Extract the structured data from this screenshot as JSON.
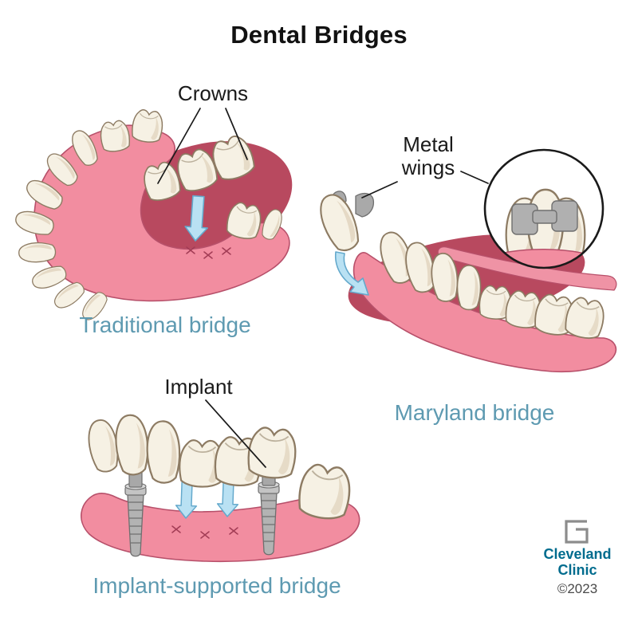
{
  "title": "Dental Bridges",
  "annotations": {
    "crowns": "Crowns",
    "metal_wings_line1": "Metal",
    "metal_wings_line2": "wings",
    "implant": "Implant"
  },
  "figures": {
    "traditional": {
      "caption": "Traditional bridge"
    },
    "maryland": {
      "caption": "Maryland bridge"
    },
    "implant_supported": {
      "caption": "Implant-supported bridge"
    }
  },
  "branding": {
    "org_line1": "Cleveland",
    "org_line2": "Clinic",
    "copyright": "©2023",
    "logo_icon": "cleveland-clinic-square-mark"
  },
  "colors": {
    "caption_teal": "#5E9AB1",
    "brand_teal": "#006C8E",
    "label_black": "#1A1A1A",
    "gum_pink": "#F28DA0",
    "gum_outline": "#B7506A",
    "mouth_interior": "#B8495F",
    "tooth_cream": "#F6F1E4",
    "tooth_outline": "#8D7B63",
    "tooth_shading": "#DCCDB4",
    "arrow_blue_fill": "#B9E1F3",
    "arrow_blue_outline": "#64A9CC",
    "metal_gray": "#ABABAB",
    "copyright_gray": "#4A4A4A",
    "background": "#FFFFFF"
  }
}
